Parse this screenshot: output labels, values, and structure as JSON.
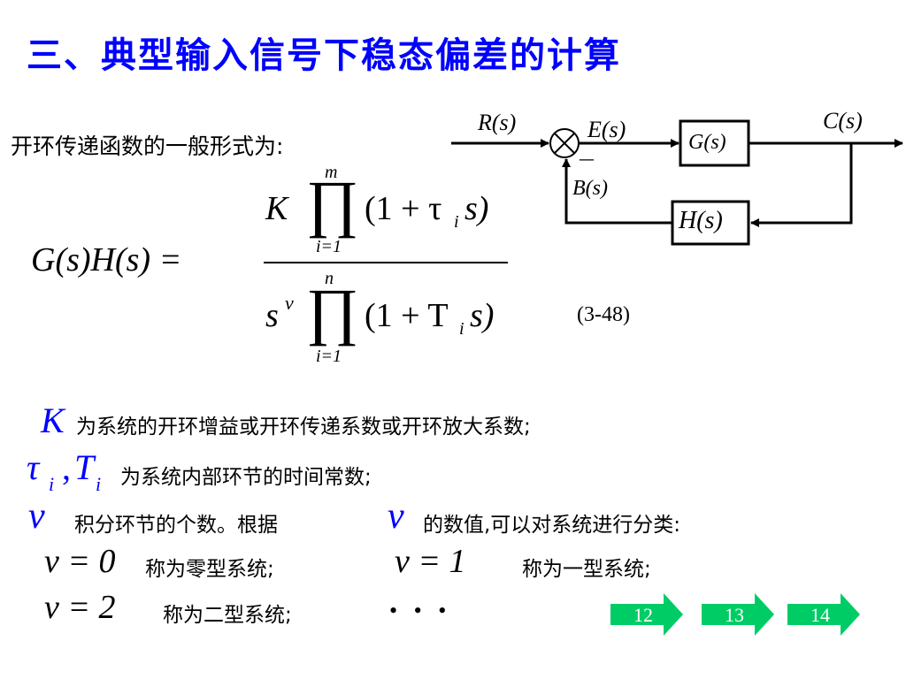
{
  "title": "三、典型输入信号下稳态偏差的计算",
  "intro": "开环传递函数的一般形式为:",
  "equation_number": "(3-48)",
  "formula": {
    "lhs": "G(s)H(s) =",
    "num_gain": "K",
    "num_prod_top": "m",
    "num_prod_bottom": "i=1",
    "num_factor": "(1 + τ",
    "num_sub": "i",
    "num_s": "s)",
    "den_s": "s",
    "den_nu": "ν",
    "den_prod_top": "n",
    "den_prod_bottom": "i=1",
    "den_factor": "(1 + T",
    "den_sub": "i",
    "den_s2": "s)"
  },
  "block_diagram": {
    "input": "R(s)",
    "error": "E(s)",
    "forward": "G(s)",
    "output": "C(s)",
    "feedback": "H(s)",
    "feedback_signal": "B(s)",
    "minus_sign": "—"
  },
  "defs": {
    "k_symbol": "K",
    "k_text": "为系统的开环增益或开环传递系数或开环放大系数;",
    "tau_symbol": "τ",
    "tau_sub": "i",
    "comma": ",",
    "t_symbol": "T",
    "t_sub": "i",
    "tau_text": "为系统内部环节的时间常数;",
    "nu_symbol": "ν",
    "nu_text_1": "积分环节的个数。根据",
    "nu_symbol_2": "ν",
    "nu_text_2": "的数值,可以对系统进行分类:",
    "type0_eq": "ν = 0",
    "type0_text": "称为零型系统;",
    "type1_eq": "ν = 1",
    "type1_text": "称为一型系统;",
    "type2_eq": "ν = 2",
    "type2_text": "称为二型系统;",
    "ellipsis": "• • •"
  },
  "nav": [
    {
      "label": "12"
    },
    {
      "label": "13"
    },
    {
      "label": "14"
    }
  ],
  "colors": {
    "title": "#0000ff",
    "symbol": "#0000ff",
    "nav_arrow": "#00cc66"
  }
}
